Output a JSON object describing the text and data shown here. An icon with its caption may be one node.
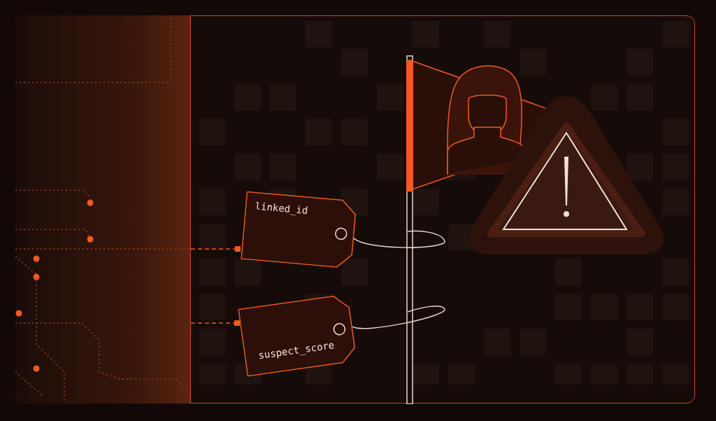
{
  "diagram": {
    "nodes": [
      {
        "text": [],
        "shape": "box"
      },
      {
        "text": [
          "linked_id"
        ]
      },
      {
        "text": [
          "suspect_score"
        ]
      },
      {
        "text": [],
        "shape": "picture"
      }
    ],
    "edges": [
      {
        "from": 0,
        "to": 1,
        "arrow": "other",
        "style": "dashed"
      },
      {
        "from": 0,
        "to": 2,
        "arrow": "other",
        "style": "dashed"
      },
      {
        "from": 1,
        "to": 3,
        "arrow": "none",
        "color": "#e8d8cc"
      },
      {
        "from": 2,
        "to": 3,
        "arrow": "none",
        "color": "#e8d8cc"
      }
    ]
  }
}
